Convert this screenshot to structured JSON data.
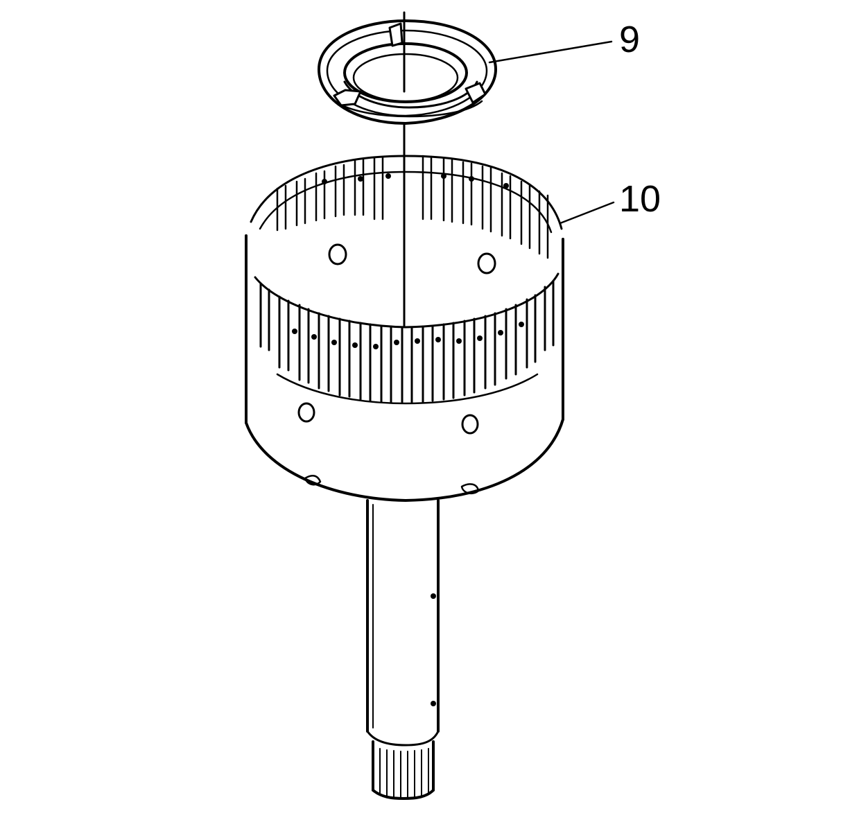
{
  "diagram": {
    "callouts": [
      {
        "id": "9",
        "label": "9"
      },
      {
        "id": "10",
        "label": "10"
      }
    ],
    "colors": {
      "ink": "#000000",
      "paper": "#ffffff"
    }
  }
}
